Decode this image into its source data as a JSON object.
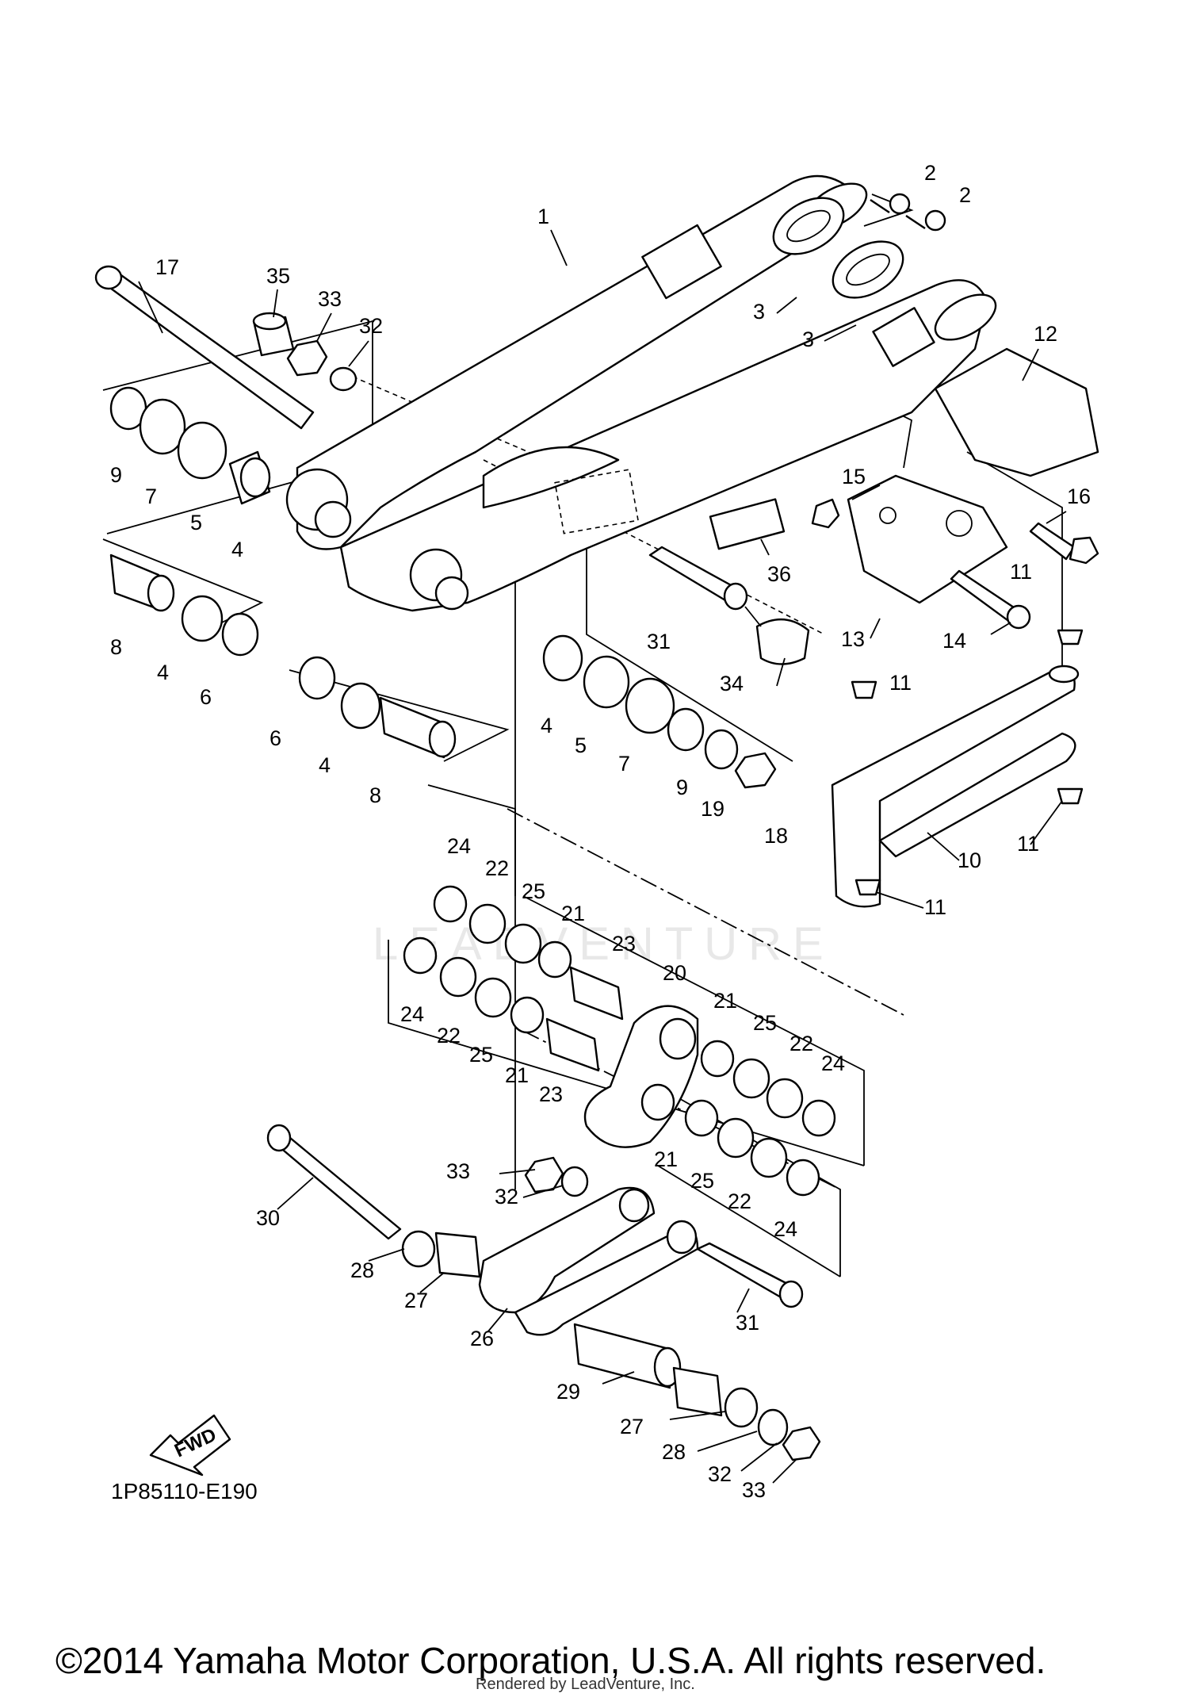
{
  "diagram_code": "1P85110-E190",
  "fwd_label": "FWD",
  "copyright": "©2014 Yamaha Motor Corporation, U.S.A. All rights reserved.",
  "render_note": "Rendered by LeadVenture, Inc.",
  "watermark": "LEADVENTURE",
  "callouts": [
    "1",
    "2",
    "2",
    "3",
    "3",
    "17",
    "35",
    "33",
    "32",
    "12",
    "9",
    "7",
    "5",
    "4",
    "15",
    "16",
    "8",
    "4",
    "6",
    "31",
    "36",
    "11",
    "13",
    "14",
    "34",
    "6",
    "4",
    "8",
    "4",
    "5",
    "7",
    "9",
    "19",
    "18",
    "11",
    "10",
    "11",
    "11",
    "24",
    "22",
    "25",
    "21",
    "23",
    "20",
    "24",
    "22",
    "25",
    "21",
    "23",
    "21",
    "25",
    "22",
    "24",
    "21",
    "25",
    "22",
    "24",
    "33",
    "32",
    "30",
    "28",
    "27",
    "26",
    "31",
    "29",
    "27",
    "28",
    "32",
    "33"
  ]
}
